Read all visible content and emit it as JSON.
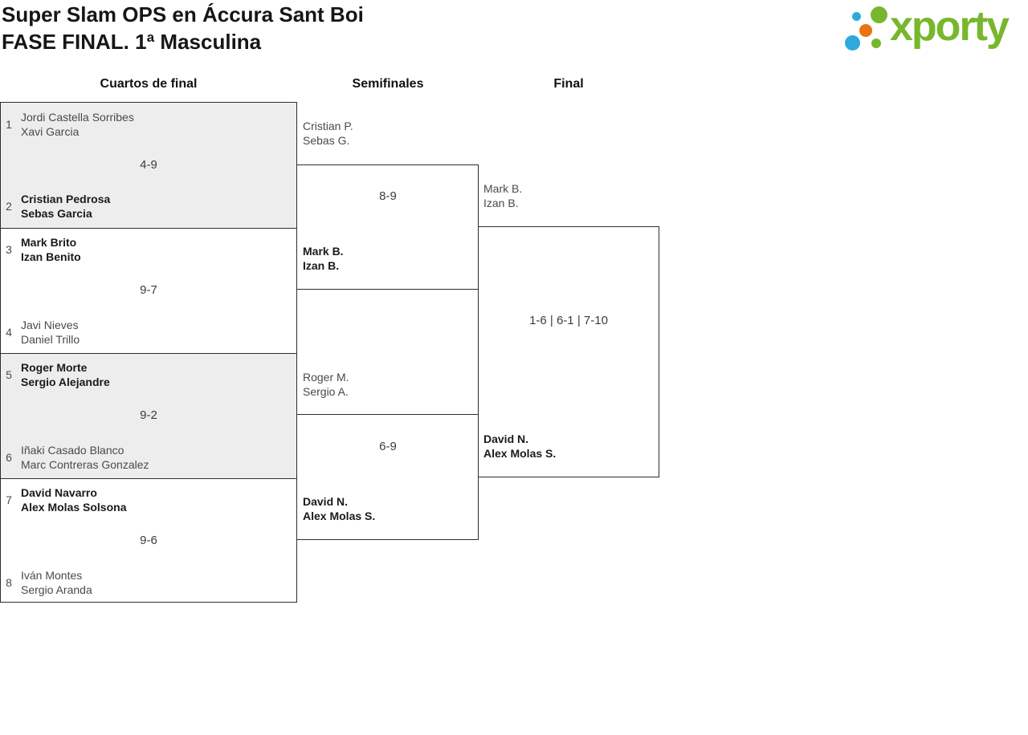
{
  "title": {
    "line1": "Super Slam OPS en Áccura Sant Boi",
    "line2": "FASE FINAL. 1ª Masculina"
  },
  "logo": {
    "text": "xporty",
    "colors": {
      "green": "#77b72d",
      "blue": "#2ea9de",
      "orange": "#e8730f"
    }
  },
  "columns": [
    {
      "label": "Cuartos de final"
    },
    {
      "label": "Semifinales"
    },
    {
      "label": "Final"
    }
  ],
  "quarterfinals": [
    {
      "seed_top": "1",
      "team_top": [
        "Jordi Castella Sorribes",
        "Xavi Garcia"
      ],
      "seed_bottom": "2",
      "team_bottom": [
        "Cristian Pedrosa",
        "Sebas Garcia"
      ],
      "score": "4-9",
      "winner": "bottom"
    },
    {
      "seed_top": "3",
      "team_top": [
        "Mark Brito",
        "Izan Benito"
      ],
      "seed_bottom": "4",
      "team_bottom": [
        "Javi Nieves",
        "Daniel Trillo"
      ],
      "score": "9-7",
      "winner": "top"
    },
    {
      "seed_top": "5",
      "team_top": [
        "Roger Morte",
        "Sergio Alejandre"
      ],
      "seed_bottom": "6",
      "team_bottom": [
        "Iñaki Casado Blanco",
        "Marc Contreras Gonzalez"
      ],
      "score": "9-2",
      "winner": "top"
    },
    {
      "seed_top": "7",
      "team_top": [
        "David Navarro",
        "Alex Molas Solsona"
      ],
      "seed_bottom": "8",
      "team_bottom": [
        "Iván Montes",
        "Sergio Aranda"
      ],
      "score": "9-6",
      "winner": "top"
    }
  ],
  "semifinals": [
    {
      "team_top": [
        "Cristian P.",
        "Sebas G."
      ],
      "team_bottom": [
        "Mark B.",
        "Izan B."
      ],
      "score": "8-9",
      "winner": "bottom"
    },
    {
      "team_top": [
        "Roger M.",
        "Sergio A."
      ],
      "team_bottom": [
        "David N.",
        "Alex Molas S."
      ],
      "score": "6-9",
      "winner": "bottom"
    }
  ],
  "final": {
    "team_top": [
      "Mark B.",
      "Izan B."
    ],
    "team_bottom": [
      "David N.",
      "Alex Molas S."
    ],
    "score": "1-6 | 6-1 | 7-10",
    "winner": "bottom"
  }
}
